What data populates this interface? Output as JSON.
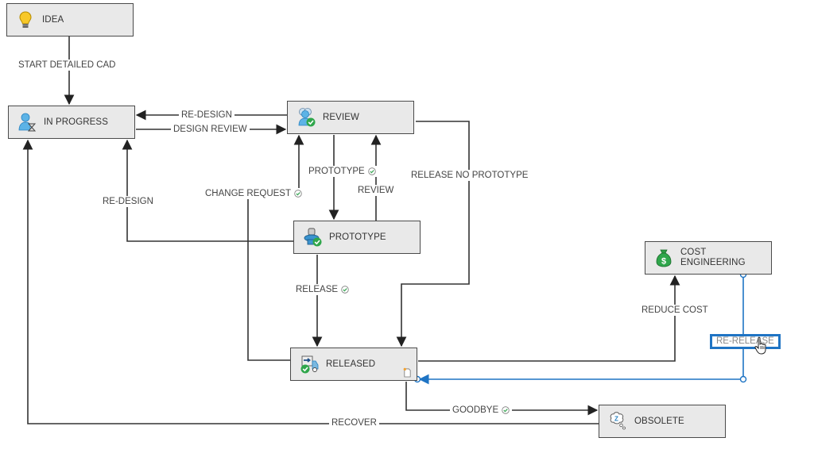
{
  "diagram": {
    "nodes": {
      "idea": {
        "label": "IDEA",
        "icon": "lightbulb-icon"
      },
      "in_progress": {
        "label": "IN PROGRESS",
        "icon": "user-hourglass-icon"
      },
      "review": {
        "label": "REVIEW",
        "icon": "users-check-icon"
      },
      "prototype": {
        "label": "PROTOTYPE",
        "icon": "part-check-icon"
      },
      "cost_engineering": {
        "label_line1": "COST",
        "label_line2": "ENGINEERING",
        "icon": "money-bag-icon"
      },
      "released": {
        "label": "RELEASED",
        "icon": "truck-check-icon"
      },
      "obsolete": {
        "label": "OBSOLETE",
        "icon": "sleep-bubble-icon"
      }
    },
    "transitions": {
      "start_detailed_cad": {
        "label": "START DETAILED CAD",
        "from": "IDEA",
        "to": "IN PROGRESS",
        "approved": false
      },
      "re_design_review": {
        "label": "RE-DESIGN",
        "from": "REVIEW",
        "to": "IN PROGRESS",
        "approved": false
      },
      "design_review": {
        "label": "DESIGN REVIEW",
        "from": "IN PROGRESS",
        "to": "REVIEW",
        "approved": false
      },
      "protoype": {
        "label": "PROTOTYPE",
        "from": "REVIEW",
        "to": "PROTOTYPE",
        "approved": true
      },
      "review": {
        "label": "REVIEW",
        "from": "PROTOTYPE",
        "to": "REVIEW",
        "approved": false
      },
      "change_request": {
        "label": "CHANGE REQUEST",
        "from": "RELEASED",
        "to": "REVIEW",
        "approved": true
      },
      "re_design_prototype": {
        "label": "RE-DESIGN",
        "from": "PROTOTYPE",
        "to": "IN PROGRESS",
        "approved": false
      },
      "release_no_prototype": {
        "label": "RELEASE NO PROTOTYPE",
        "from": "REVIEW",
        "to": "RELEASED",
        "approved": false
      },
      "release": {
        "label": "RELEASE",
        "from": "PROTOTYPE",
        "to": "RELEASED",
        "approved": true
      },
      "reduce_cost": {
        "label": "REDUCE COST",
        "from": "RELEASED",
        "to": "COST ENGINEERING",
        "approved": false
      },
      "re_release": {
        "label": "RE-RELEASE",
        "from": "COST ENGINEERING",
        "to": "RELEASED",
        "approved": false,
        "selected": true
      },
      "goodbye": {
        "label": "GOODBYE",
        "from": "RELEASED",
        "to": "OBSOLETE",
        "approved": true
      },
      "recover": {
        "label": "RECOVER",
        "from": "OBSOLETE",
        "to": "IN PROGRESS",
        "approved": false
      }
    },
    "colors": {
      "line": "#333333",
      "selected": "#1f74c4",
      "node_fill": "#e9e9e9",
      "check": "#3aa655"
    }
  }
}
